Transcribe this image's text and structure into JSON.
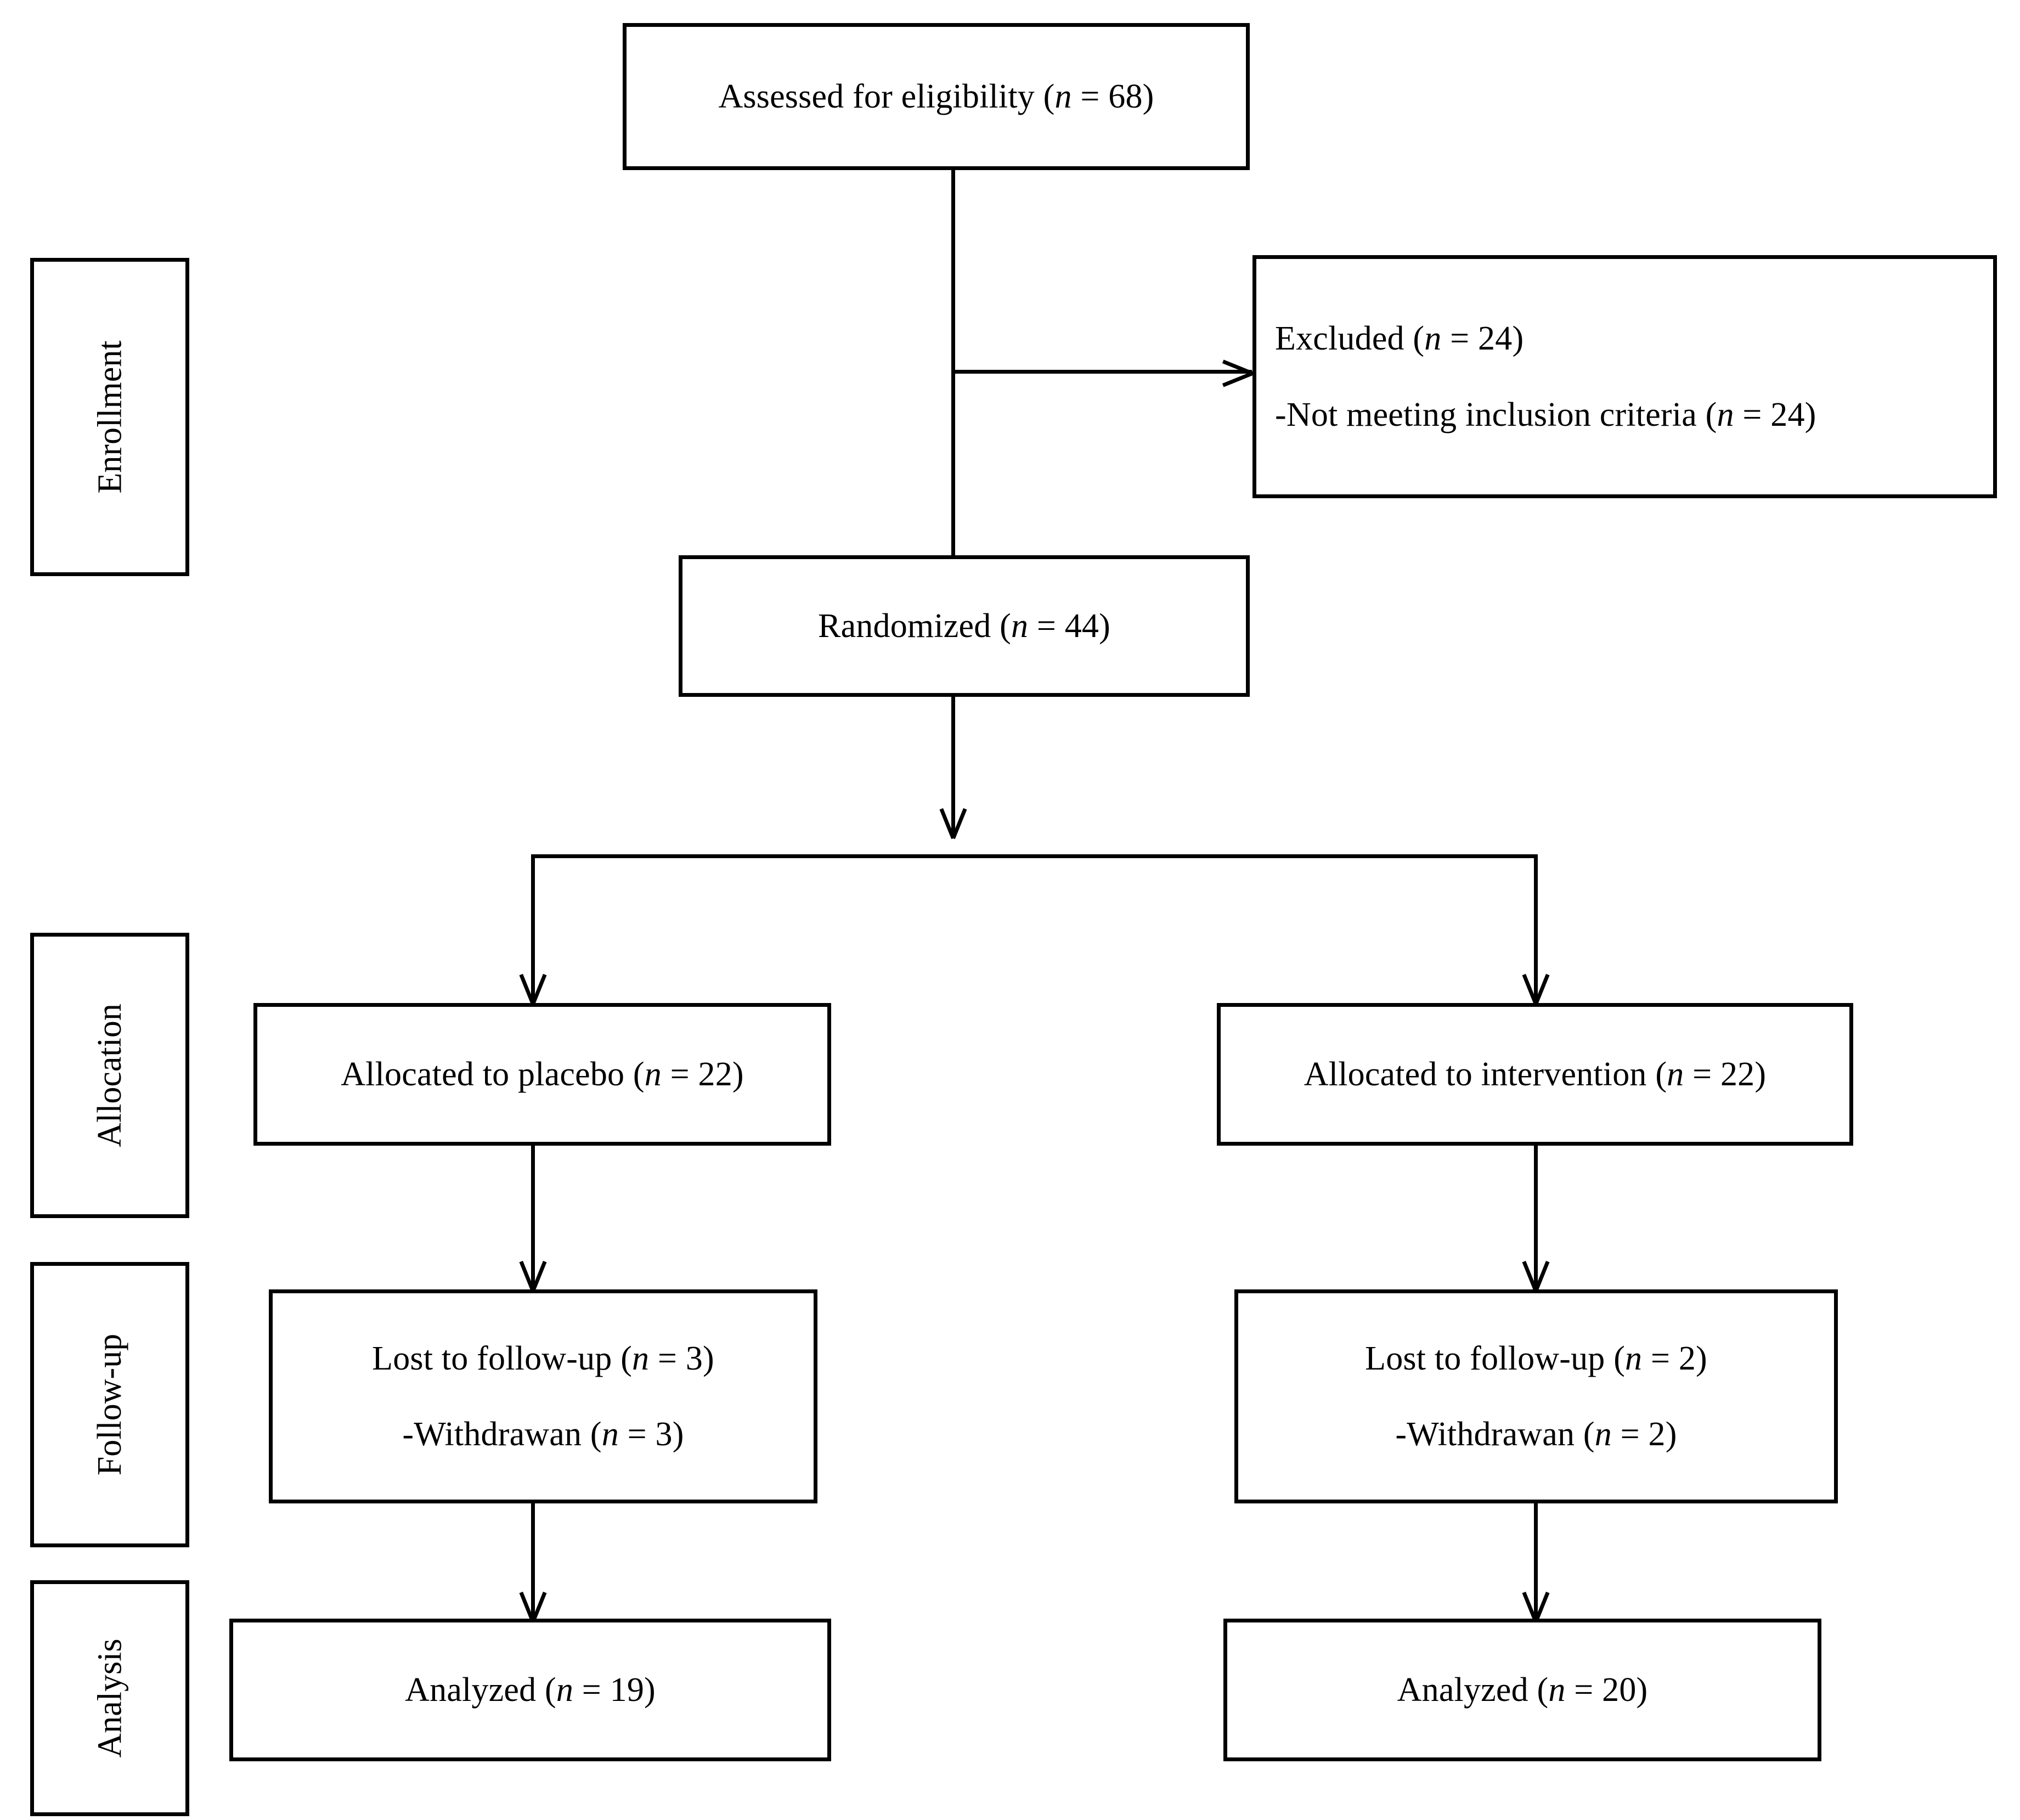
{
  "diagram": {
    "title": "CONSORT participant flow diagram",
    "stroke_color": "#000000",
    "background_color": "#ffffff"
  },
  "stages": [
    {
      "id": "enrollment",
      "label": "Enrollment"
    },
    {
      "id": "allocation",
      "label": "Allocation"
    },
    {
      "id": "followup",
      "label": "Follow-up"
    },
    {
      "id": "analysis",
      "label": "Analysis"
    }
  ],
  "nodes": {
    "assessed": {
      "lines": [
        {
          "text": "Assessed for eligibility (",
          "n_symbol": "n",
          "tail": " = 68)"
        }
      ],
      "plain": "Assessed for eligibility (n = 68)",
      "pre": "Assessed for eligibility (",
      "sym": "n",
      "post": " = 68)"
    },
    "excluded": {
      "line1_pre": "Excluded (",
      "line1_sym": "n",
      "line1_post": " = 24)",
      "line2_pre": "-Not meeting inclusion criteria (",
      "line2_sym": "n",
      "line2_post": " = 24)"
    },
    "randomized": {
      "pre": "Randomized (",
      "sym": "n",
      "post": " = 44)"
    },
    "alloc_placebo": {
      "pre": "Allocated to placebo (",
      "sym": "n",
      "post": " = 22)"
    },
    "alloc_intervention": {
      "pre": "Allocated to intervention (",
      "sym": "n",
      "post": " = 22)"
    },
    "lost_placebo": {
      "line1_pre": "Lost to follow-up (",
      "line1_sym": "n",
      "line1_post": " = 3)",
      "line2_pre": "-Withdrawan (",
      "line2_sym": "n",
      "line2_post": " = 3)"
    },
    "lost_intervention": {
      "line1_pre": "Lost to follow-up (",
      "line1_sym": "n",
      "line1_post": " = 2)",
      "line2_pre": "-Withdrawan (",
      "line2_sym": "n",
      "line2_post": " = 2)"
    },
    "analyzed_placebo": {
      "pre": "Analyzed (",
      "sym": "n",
      "post": " = 19)"
    },
    "analyzed_intervention": {
      "pre": "Analyzed (",
      "sym": "n",
      "post": " = 20)"
    }
  },
  "chart_data": {
    "type": "diagram",
    "title": "CONSORT flow diagram",
    "stages": [
      "Enrollment",
      "Allocation",
      "Follow-up",
      "Analysis"
    ],
    "counts": {
      "assessed_for_eligibility": 68,
      "excluded_total": 24,
      "excluded_not_meeting_inclusion_criteria": 24,
      "randomized": 44,
      "allocated_placebo": 22,
      "allocated_intervention": 22,
      "lost_to_followup_placebo": 3,
      "withdrawn_placebo": 3,
      "lost_to_followup_intervention": 2,
      "withdrawn_intervention": 2,
      "analyzed_placebo": 19,
      "analyzed_intervention": 20
    },
    "arms": [
      "placebo",
      "intervention"
    ]
  }
}
